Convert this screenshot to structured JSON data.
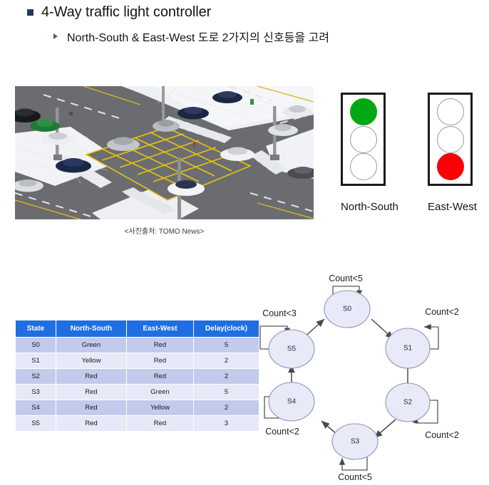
{
  "header": {
    "bullet_1": "4-Way traffic light controller",
    "bullet_2": "North-South & East-West 도로 2가지의 신호등을 고려",
    "bullet_1_marker": "square-bullet",
    "bullet_2_marker": "triangle-bullet"
  },
  "photo": {
    "caption": "<사진출처: TOMO News>",
    "alt": "isometric-4way-intersection-with-box-junction"
  },
  "traffic_lights": [
    {
      "label": "North-South",
      "lamps": [
        {
          "name": "green-lamp",
          "state": "on",
          "color": "#00A814"
        },
        {
          "name": "yellow-lamp",
          "state": "off",
          "color": "#FFFFFF"
        },
        {
          "name": "red-lamp",
          "state": "off",
          "color": "#FFFFFF"
        }
      ]
    },
    {
      "label": "East-West",
      "lamps": [
        {
          "name": "green-lamp",
          "state": "off",
          "color": "#FFFFFF"
        },
        {
          "name": "yellow-lamp",
          "state": "off",
          "color": "#FFFFFF"
        },
        {
          "name": "red-lamp",
          "state": "on",
          "color": "#FB0007"
        }
      ]
    }
  ],
  "table": {
    "headers": [
      "State",
      "North-South",
      "East-West",
      "Delay(clock)"
    ],
    "header_bg": "#1F6FE0",
    "row_bg_odd": "#C2CBEC",
    "row_bg_even": "#E6E9F7",
    "rows": [
      {
        "state": "S0",
        "north_south": "Green",
        "east_west": "Red",
        "delay": "5"
      },
      {
        "state": "S1",
        "north_south": "Yellow",
        "east_west": "Red",
        "delay": "2"
      },
      {
        "state": "S2",
        "north_south": "Red",
        "east_west": "Red",
        "delay": "2"
      },
      {
        "state": "S3",
        "north_south": "Red",
        "east_west": "Green",
        "delay": "5"
      },
      {
        "state": "S4",
        "north_south": "Red",
        "east_west": "Yellow",
        "delay": "2"
      },
      {
        "state": "S5",
        "north_south": "Red",
        "east_west": "Red",
        "delay": "3"
      }
    ]
  },
  "state_diagram": {
    "node_fill": "#E8EAF8",
    "node_stroke": "#8E93B8",
    "nodes": [
      {
        "id": "S0",
        "label": "S0",
        "loop_label": "Count<5"
      },
      {
        "id": "S1",
        "label": "S1",
        "loop_label": "Count<2"
      },
      {
        "id": "S2",
        "label": "S2",
        "loop_label": "Count<2"
      },
      {
        "id": "S3",
        "label": "S3",
        "loop_label": "Count<5"
      },
      {
        "id": "S4",
        "label": "S4",
        "loop_label": "Count<2"
      },
      {
        "id": "S5",
        "label": "S5",
        "loop_label": "Count<3"
      }
    ],
    "transitions": [
      {
        "from": "S0",
        "to": "S1"
      },
      {
        "from": "S1",
        "to": "S2"
      },
      {
        "from": "S2",
        "to": "S3"
      },
      {
        "from": "S3",
        "to": "S4"
      },
      {
        "from": "S4",
        "to": "S5"
      },
      {
        "from": "S5",
        "to": "S0"
      }
    ]
  }
}
